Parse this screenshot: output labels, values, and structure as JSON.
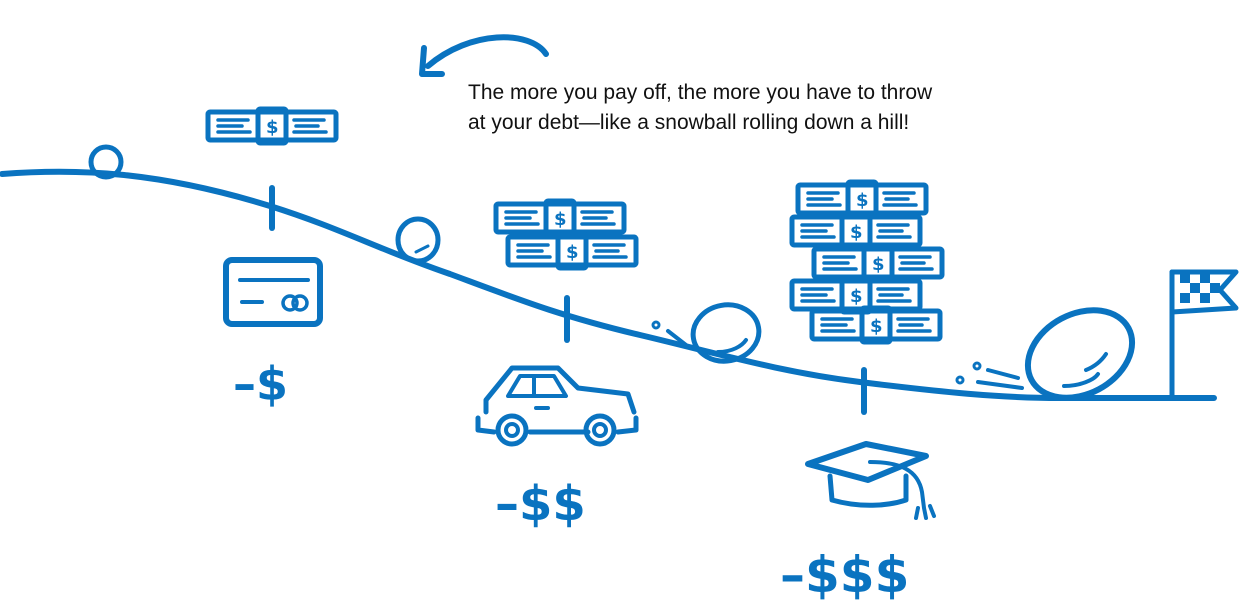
{
  "caption": {
    "line1": "The more you pay off, the more you have to throw",
    "line2": "at your debt—like a snowball rolling down a hill!"
  },
  "colors": {
    "ink": "#0A73C0",
    "text": "#111111",
    "background": "#ffffff"
  },
  "steps": [
    {
      "debt": "credit-card",
      "cost_label": "–$",
      "money_stacks": 1
    },
    {
      "debt": "car-loan",
      "cost_label": "–$$",
      "money_stacks": 2
    },
    {
      "debt": "student-loan",
      "cost_label": "–$$$",
      "money_stacks": 5
    }
  ],
  "bill_symbol": "$",
  "finish": {
    "icon": "checkered-flag"
  }
}
